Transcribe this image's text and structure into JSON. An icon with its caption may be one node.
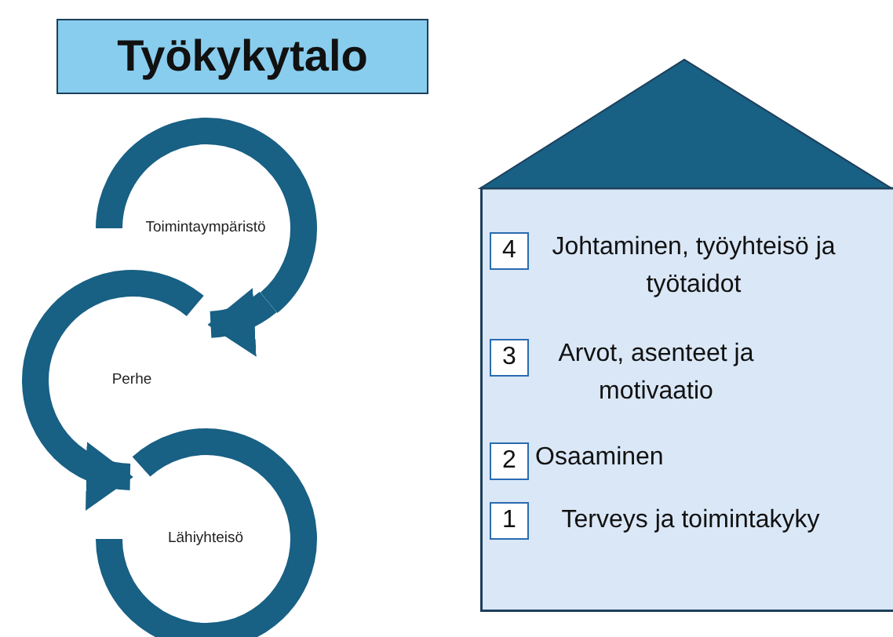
{
  "diagram": {
    "title": "Työkykytalo",
    "nodes": [
      {
        "text": [
          "Toimintaympäristö"
        ]
      },
      {
        "text": [
          "Perhe"
        ]
      },
      {
        "text": [
          "Lähiyhteisö"
        ]
      },
      {
        "text": [],
        "shape": "house"
      },
      {
        "text": [
          "4"
        ],
        "in": 3,
        "beside": [
          "Johtaminen, työyhteisö ja työtaidot"
        ]
      },
      {
        "text": [
          "3"
        ],
        "in": 3,
        "beside": [
          "Arvot, asenteet ja motivaatio"
        ]
      },
      {
        "text": [
          "2"
        ],
        "in": 3,
        "beside": [
          "Osaaminen"
        ]
      },
      {
        "text": [
          "1"
        ],
        "in": 3,
        "beside": [
          "Terveys ja toimintakyky"
        ]
      }
    ],
    "edges": [
      {
        "from": 0,
        "to": 1,
        "arrow": "to"
      },
      {
        "from": 1,
        "to": 2,
        "arrow": "to"
      }
    ]
  }
}
